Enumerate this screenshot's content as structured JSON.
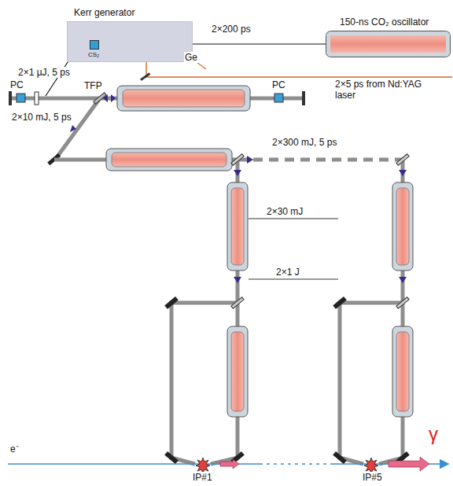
{
  "diagram": {
    "nodes": [
      {
        "text": [
          "Kerr generator"
        ]
      },
      {
        "text": [
          "CS₂"
        ],
        "in": 0
      },
      {
        "text": [
          "150-ns CO₂ oscillator"
        ]
      }
    ],
    "edges": [
      {
        "from": 2,
        "to": 0,
        "arrow": "none"
      }
    ],
    "labels": [
      "2×200 ps",
      "Ge",
      "2×5 ps from Nd:YAG laser",
      "2×1 µJ, 5 ps",
      "PC",
      "TFP",
      "PC",
      "2×10 mJ, 5 ps",
      "2×300 mJ, 5 ps",
      "2×30 mJ",
      "2×1 J",
      "e⁻",
      "IP#1",
      "IP#5",
      "γ"
    ]
  }
}
